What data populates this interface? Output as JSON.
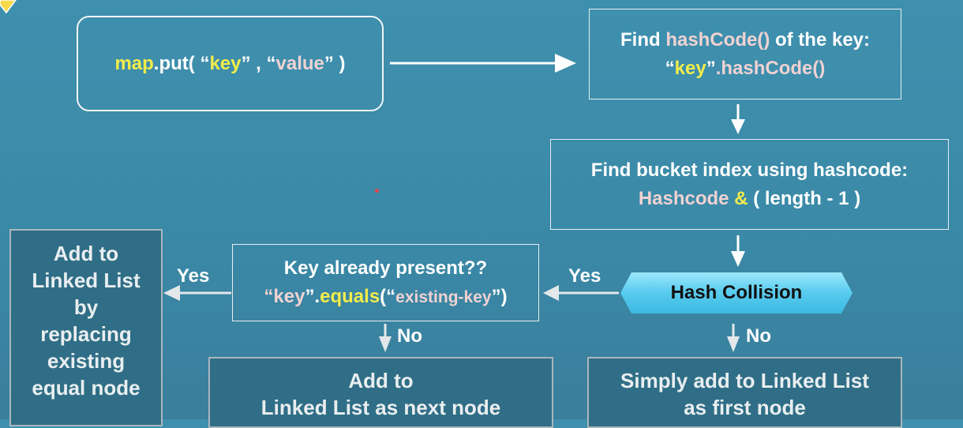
{
  "put": {
    "map": "map",
    "put_open": ".put( “",
    "key": "key",
    "sep": "” , “",
    "value": "value",
    "close": "” )"
  },
  "hashcode": {
    "prefix": "Find ",
    "method": "hashCode()",
    "suffix": " of the key:",
    "q_open": "“",
    "key": "key",
    "q_close": "”",
    "call": ".hashCode()"
  },
  "bucket": {
    "line1": "Find bucket index using hashcode:",
    "hashcode": "Hashcode",
    "amp": "&",
    "rest": " ( length - 1 )"
  },
  "collision": {
    "label": "Hash Collision"
  },
  "key_check": {
    "line1": "Key already present??",
    "q_open": "“",
    "key": "key",
    "q_close": "”.",
    "equals": "equals",
    "arg_open": "(“",
    "arg": "existing-key",
    "arg_close": "”)"
  },
  "labels": {
    "yes_left": "Yes",
    "yes_right": "Yes",
    "no_left": "No",
    "no_right": "No"
  },
  "replace_box": {
    "lines": [
      "Add to",
      "Linked List",
      "by",
      "replacing",
      "existing",
      "equal node"
    ]
  },
  "next_box": {
    "lines": [
      "Add to",
      "Linked List as next node"
    ]
  },
  "first_box": {
    "lines": [
      "Simply add to Linked List",
      "as first node"
    ]
  },
  "colors": {
    "background": "#3d8aa8",
    "highlight": "#f2ec4a",
    "method": "#f0d2d2",
    "collision": "#5ccdf0",
    "result_box": "#2f6e86"
  }
}
